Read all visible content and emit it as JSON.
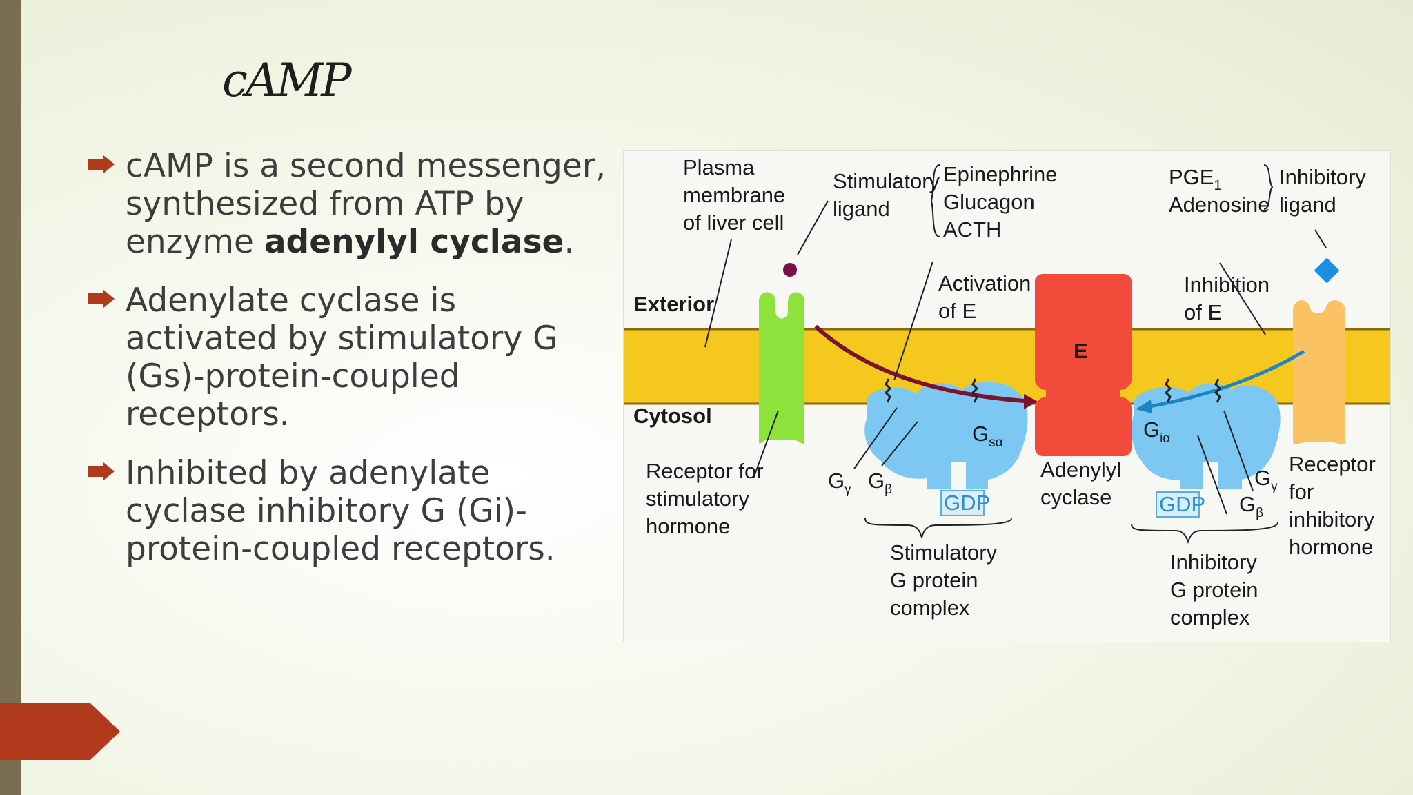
{
  "slide": {
    "title": "cAMP",
    "bullets": [
      {
        "pre": "cAMP is a second messenger, synthesized from ATP by enzyme ",
        "bold": "adenylyl cyclase",
        "post": "."
      },
      {
        "pre": "Adenylate cyclase is activated by stimulatory G (Gs)-protein-coupled receptors.",
        "bold": "",
        "post": ""
      },
      {
        "pre": "Inhibited by adenylate cyclase inhibitory G (Gi)-protein-coupled receptors.",
        "bold": "",
        "post": ""
      }
    ],
    "colors": {
      "sidebar": "#7a6d52",
      "accent_tab": "#b23a1c",
      "bullet": "#b23a1c"
    }
  },
  "diagram": {
    "plasma_membrane": [
      "Plasma",
      "membrane",
      "of liver cell"
    ],
    "stimulatory_ligand": [
      "Stimulatory",
      "ligand"
    ],
    "stim_ligands": [
      "Epinephrine",
      "Glucagon",
      "ACTH"
    ],
    "inhib_ligands": [
      "PGE",
      "Adenosine"
    ],
    "inhib_ligands_sub": "1",
    "inhibitory_ligand": [
      "Inhibitory",
      "ligand"
    ],
    "exterior": "Exterior",
    "cytosol": "Cytosol",
    "activation": [
      "Activation",
      "of E"
    ],
    "inhibition": [
      "Inhibition",
      "of E"
    ],
    "enzyme": "E",
    "g_s_alpha": "G",
    "g_s_alpha_sub": "sα",
    "g_i_alpha": "G",
    "g_i_alpha_sub": "iα",
    "g_gamma": "G",
    "g_gamma_sub": "γ",
    "g_beta": "G",
    "g_beta_sub": "β",
    "gdp": "GDP",
    "receptor_stim": [
      "Receptor for",
      "stimulatory",
      "hormone"
    ],
    "adenylyl_cyclase": [
      "Adenylyl",
      "cyclase"
    ],
    "stim_complex": [
      "Stimulatory",
      "G protein",
      "complex"
    ],
    "inhib_complex": [
      "Inhibitory",
      "G protein",
      "complex"
    ],
    "receptor_inhib": [
      "Receptor",
      "for",
      "inhibitory",
      "hormone"
    ]
  }
}
